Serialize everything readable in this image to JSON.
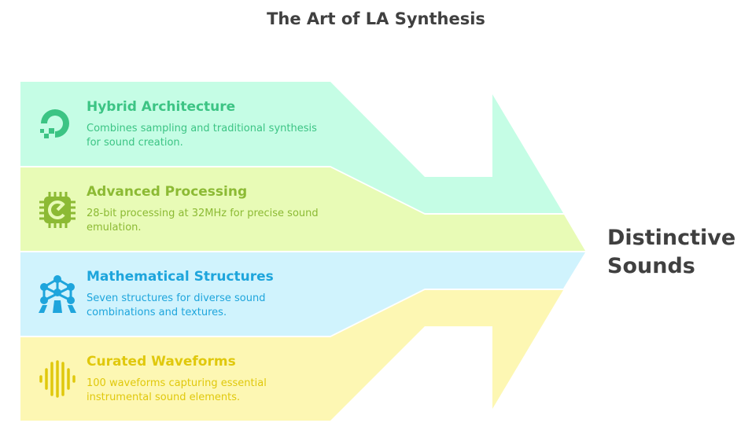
{
  "title": "The Art of LA Synthesis",
  "result": {
    "line1": "Distinctive",
    "line2": "Sounds"
  },
  "items": [
    {
      "title": "Hybrid Architecture",
      "description": "Combines sampling and traditional synthesis for sound creation.",
      "icon": "digitalocean-like-icon",
      "color": "#3cc484",
      "fill": "#c5fde5"
    },
    {
      "title": "Advanced Processing",
      "description": "28-bit processing at 32MHz for precise sound emulation.",
      "icon": "processor-chip-icon",
      "color": "#8cba34",
      "fill": "#e8fbb6"
    },
    {
      "title": "Mathematical Structures",
      "description": "Seven structures for diverse sound combinations and textures.",
      "icon": "atomium-structure-icon",
      "color": "#1ea5dc",
      "fill": "#d0f3fd"
    },
    {
      "title": "Curated Waveforms",
      "description": "100 waveforms capturing essential instrumental sound elements.",
      "icon": "sound-wave-icon",
      "color": "#e0c80c",
      "fill": "#fdf7b3"
    }
  ]
}
